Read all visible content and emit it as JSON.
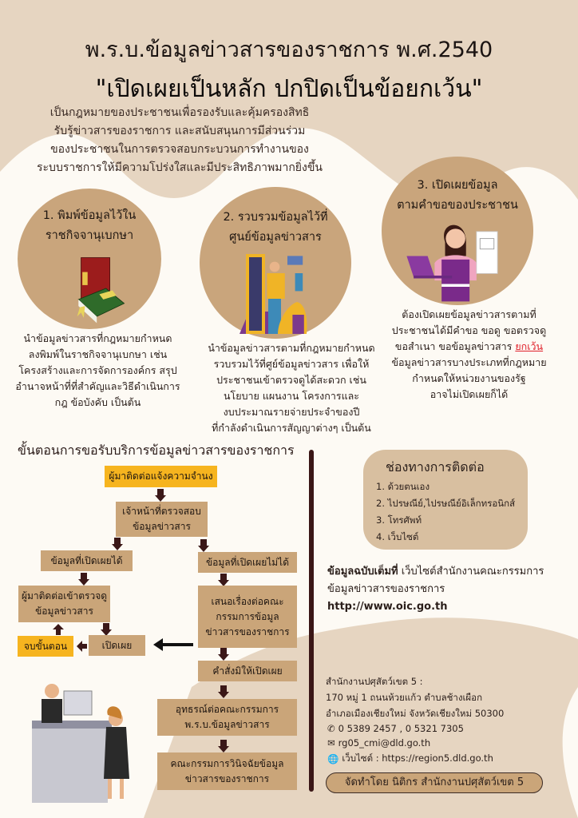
{
  "header": {
    "title": "พ.ร.บ.ข้อมูลข่าวสารของราชการ พ.ศ.2540",
    "slogan": "\"เปิดเผยเป็นหลัก ปกปิดเป็นข้อยกเว้น\""
  },
  "intro": [
    "เป็นกฎหมายของประชาชนเพื่อรองรับและคุ้มครองสิทธิ",
    "รับรู้ข่าวสารของราชการ และสนับสนุนการมีส่วนร่วม",
    "ของประชาชนในการตรวจสอบกระบวนการทำงานของ",
    "ระบบราชการให้มีความโปร่งใสและมีประสิทธิภาพมากยิ่งขึ้น"
  ],
  "principles": [
    {
      "title": [
        "1. พิมพ์ข้อมูลไว้ใน",
        "ราชกิจจานุเบกษา"
      ],
      "desc": [
        "นำข้อมูลข่าวสารที่กฎหมายกำหนด",
        "ลงพิมพ์ในราชกิจจานุเบกษา เช่น",
        "โครงสร้างและการจัดการองค์กร สรุป",
        "อำนาจหน้าที่ที่สำคัญและวิธีดำเนินการ",
        "กฎ ข้อบังคับ เป็นต้น"
      ]
    },
    {
      "title": [
        "2. รวบรวมข้อมูลไว้ที่",
        "ศูนย์ข้อมูลข่าวสาร"
      ],
      "desc": [
        "นำข้อมูลข่าวสารตามที่กฎหมายกำหนด",
        "รวบรวมไว้ที่ศูย์ข้อมูลข่าวสาร เพื่อให้",
        "ประชาชนเข้าตรวจดูได้สะดวก เช่น",
        "นโยบาย แผนงาน โครงการและ",
        "งบประมาณรายจ่ายประจำของปี",
        "ที่กำลังดำเนินการสัญญาต่างๆ เป็นต้น"
      ]
    },
    {
      "title": [
        "3. เปิดเผยข้อมูล",
        "ตามคำขอของประชาชน"
      ],
      "desc": [
        "ต้องเปิดเผยข้อมูลข่าวสารตามที่",
        "ประชาชนได้มีคำขอ ขอดู ขอตรวจดู",
        "ขอสำเนา ขอข้อมูลข่าวสาร",
        "ข้อมูลข่าวสารบางประเภทที่กฎหมาย",
        "กำหนดให้หน่วยงานของรัฐ",
        "อาจไม่เปิดเผยก็ได้"
      ],
      "highlight": "ยกเว้น"
    }
  ],
  "flow": {
    "title": "ขั้นตอนการขอรับบริการข้อมูลข่าวสารของราชการ",
    "steps": {
      "notify": "ผู้มาติดต่อแจ้งความจำนง",
      "check": [
        "เจ้าหน้าที่ตรวจสอบ",
        "ข้อมูลข่าวสาร"
      ],
      "can": "ข้อมูลที่เปิดเผยได้",
      "cannot": "ข้อมูลที่เปิดเผยไม่ได้",
      "inspect": [
        "ผู้มาติดต่อเข้าตรวจดู",
        "ข้อมูลข่าวสาร"
      ],
      "propose": [
        "เสนอเรื่องต่อคณะ",
        "กรรมการข้อมูล",
        "ข่าวสารของราชการ"
      ],
      "end": "จบขั้นตอน",
      "disclose": "เปิดเผย",
      "order": "คำสั่งมิให้เปิดเผย",
      "appeal": [
        "อุทธรณ์ต่อคณะกรรมการ",
        "พ.ร.บ.ข้อมูลข่าวสาร"
      ],
      "tribunal": [
        "คณะกรรมการวินิจฉัยข้อมูล",
        "ข่าวสารของราชการ"
      ]
    }
  },
  "contact": {
    "title": "ช่องทางการติดต่อ",
    "items": [
      "1. ด้วยตนเอง",
      "2. ไปรษณีย์,ไปรษณีย์อิเล็กทรอนิกส์",
      "3. โทรศัพท์",
      "4. เว็บไซต์"
    ]
  },
  "full_info": {
    "label": "ข้อมูลฉบับเต็มที่",
    "text": "เว็บไซต์สำนักงานคณะกรรมการ",
    "text2": "ข้อมูลข่าวสารของราชการ",
    "url": "http://www.oic.go.th"
  },
  "office": {
    "name": "สำนักงานปศุสัตว์เขต 5 :",
    "address1": "170 หมู่ 1 ถนนห้วยแก้ว ตำบลช้างเผือก",
    "address2": "อำเภอเมืองเชียงใหม่ จังหวัดเชียงใหม่ 50300",
    "phone": "0 5389 2457 , 0 5321 7305",
    "email": "rg05_cmi@dld.go.th",
    "website": "เว็บไซต์ : https://region5.dld.go.th"
  },
  "credit": "จัดทำโดย นิติกร สำนักงานปศุสัตว์เขต 5"
}
